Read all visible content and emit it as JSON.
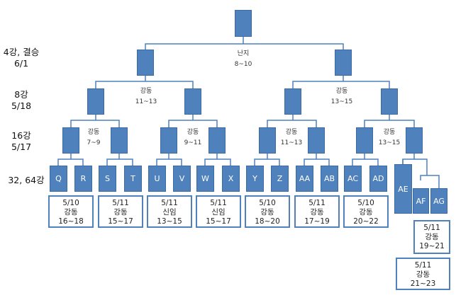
{
  "rounds": {
    "final_label": "4강, 결승",
    "final_date": "6/1",
    "r8_label": "8강",
    "r8_date": "5/18",
    "r16_label": "16강",
    "r16_date": "5/17",
    "r32_label": "32, 64강"
  },
  "match_labels": {
    "top": {
      "venue": "난지",
      "courts": "8~10"
    },
    "qf_left": {
      "venue": "강동",
      "courts": "11~13"
    },
    "qf_right": {
      "venue": "강동",
      "courts": "13~15"
    },
    "r16_1": {
      "venue": "강동",
      "courts": "7~9"
    },
    "r16_2": {
      "venue": "강동",
      "courts": "9~11"
    },
    "r16_3": {
      "venue": "강동",
      "courts": "11~13"
    },
    "r16_4": {
      "venue": "강동",
      "courts": "13~15"
    }
  },
  "teams": [
    "Q",
    "R",
    "S",
    "T",
    "U",
    "V",
    "W",
    "X",
    "Y",
    "Z",
    "AA",
    "AB",
    "AC",
    "AD",
    "AE",
    "AF",
    "AG"
  ],
  "schedules": [
    {
      "date": "5/10",
      "venue": "강동",
      "courts": "16~18"
    },
    {
      "date": "5/11",
      "venue": "강동",
      "courts": "15~17"
    },
    {
      "date": "5/11",
      "venue": "신임",
      "courts": "13~15"
    },
    {
      "date": "5/11",
      "venue": "신임",
      "courts": "15~17"
    },
    {
      "date": "5/10",
      "venue": "강동",
      "courts": "18~20"
    },
    {
      "date": "5/11",
      "venue": "강동",
      "courts": "17~19"
    },
    {
      "date": "5/10",
      "venue": "강동",
      "courts": "20~22"
    },
    {
      "date": "5/11",
      "venue": "강동",
      "courts": "19~21"
    },
    {
      "date": "5/11",
      "venue": "강동",
      "courts": "21~23"
    }
  ],
  "colors": {
    "box": "#4f81bd",
    "line": "#4f81bd"
  }
}
